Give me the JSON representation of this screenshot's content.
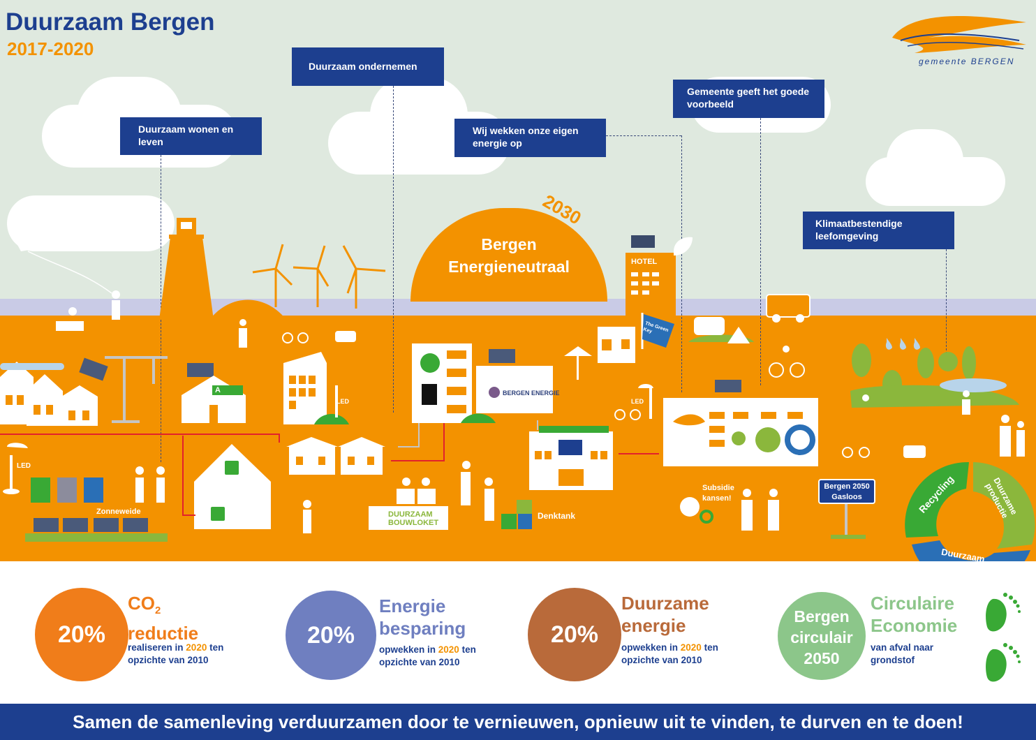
{
  "header": {
    "title": "Duurzaam Bergen",
    "years": "2017-2020",
    "logo_text": "gemeente BERGEN"
  },
  "themes": {
    "wonen": "Duurzaam wonen en leven",
    "ondernemen": "Duurzaam ondernemen",
    "energie_op": "Wij wekken onze eigen energie op",
    "voorbeeld": "Gemeente geeft het goede voorbeeld",
    "klimaat": "Klimaatbestendige leefomgeving"
  },
  "dome": {
    "year": "2030",
    "line1": "Bergen",
    "line2": "Energieneutraal"
  },
  "scene_labels": {
    "hotel": "HOTEL",
    "led_1": "LED",
    "led_2": "LED",
    "led_3": "LED",
    "zonneweide": "Zonneweide",
    "denktank": "Denktank",
    "subsidie": "Subsidie kansen!",
    "bouwloket": "DUURZAAM BOUWLOKET",
    "bergen_energie": "BERGEN ENERGIE",
    "green_key": "The Green Key",
    "sign_line1": "Bergen 2050",
    "sign_line2": "Gasloos",
    "energy_label": "A"
  },
  "cycle": {
    "recycling": "Recycling",
    "productie": "Duurzame productie",
    "gebruik": "Duurzaam gebruik"
  },
  "kpis": [
    {
      "value": "20%",
      "title1": "CO",
      "title_sub": "2",
      "title2": "reductie",
      "desc_pre": "realiseren in ",
      "desc_year": "2020",
      "desc_post": " ten",
      "desc_line2": "opzichte van 2010",
      "color": "#f07d1a"
    },
    {
      "value": "20%",
      "title1": "Energie",
      "title2": "besparing",
      "desc_pre": "opwekken in ",
      "desc_year": "2020",
      "desc_post": " ten",
      "desc_line2": "opzichte van 2010",
      "color": "#6f7fc0"
    },
    {
      "value": "20%",
      "title1": "Duurzame",
      "title2": "energie",
      "desc_pre": "opwekken in ",
      "desc_year": "2020",
      "desc_post": " ten",
      "desc_line2": "opzichte van 2010",
      "color": "#b96a3a"
    },
    {
      "value_line1": "Bergen",
      "value_line2": "circulair",
      "value_line3": "2050",
      "title1": "Circulaire",
      "title2": "Economie",
      "desc_line1": "van afval naar",
      "desc_line2": "grondstof",
      "color": "#8cc68a"
    }
  ],
  "footer": {
    "slogan": "Samen de samenleving verduurzamen door te vernieuwen, opnieuw uit te vinden, te durven en te doen!"
  },
  "colors": {
    "navy": "#1d3f8f",
    "orange": "#f39200",
    "green": "#39a935",
    "blue": "#2a6fb6"
  }
}
